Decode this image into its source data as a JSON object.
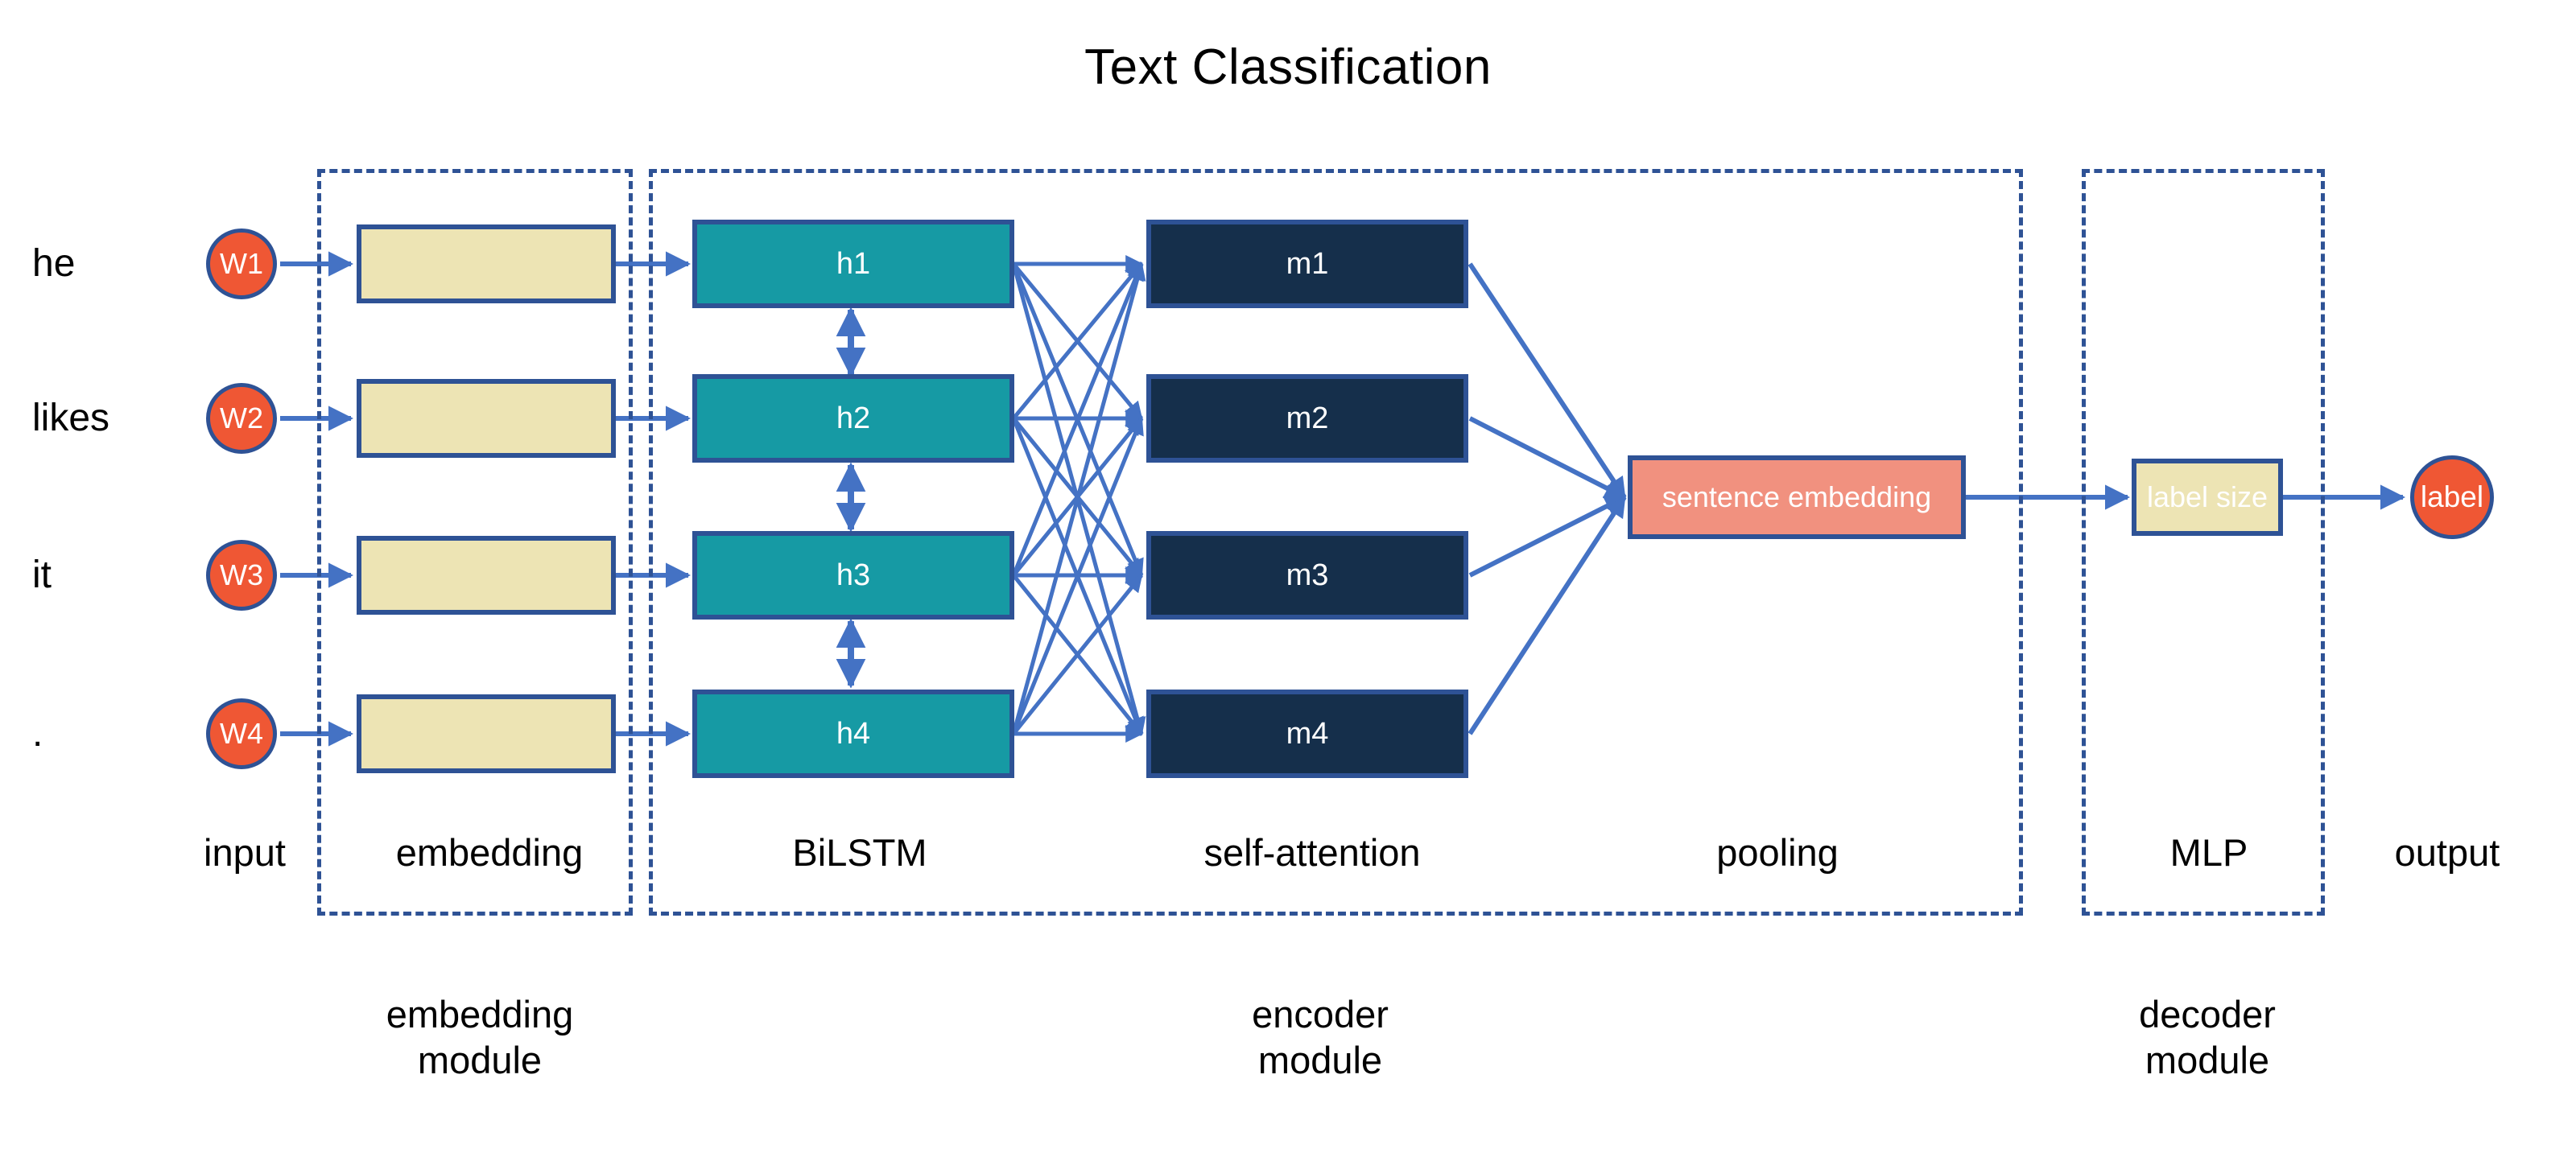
{
  "title": "Text Classification",
  "input_words": [
    "he",
    "likes",
    "it",
    "."
  ],
  "tokens": [
    "W1",
    "W2",
    "W3",
    "W4"
  ],
  "bilstm_nodes": [
    "h1",
    "h2",
    "h3",
    "h4"
  ],
  "attention_nodes": [
    "m1",
    "m2",
    "m3",
    "m4"
  ],
  "embedding_boxes": [
    "",
    "",
    "",
    ""
  ],
  "pooling_box": "sentence embedding",
  "mlp_box": "label size",
  "output_node": "label",
  "stage_captions": [
    "input",
    "embedding",
    "BiLSTM",
    "self-attention",
    "pooling",
    "MLP",
    "output"
  ],
  "module_captions": [
    "embedding\nmodule",
    "encoder\nmodule",
    "decoder\nmodule"
  ],
  "colors": {
    "frame_dashed": "#2e5295",
    "arrow": "#4472c4",
    "token_fill": "#ef5734",
    "embedding_fill": "#ede4b4",
    "bilstm_fill": "#169aa4",
    "attention_fill": "#152f4b",
    "pooling_fill": "#f1917f",
    "border": "#2e5295",
    "text": "#000000",
    "node_text": "#ffffff",
    "background": "#ffffff"
  }
}
